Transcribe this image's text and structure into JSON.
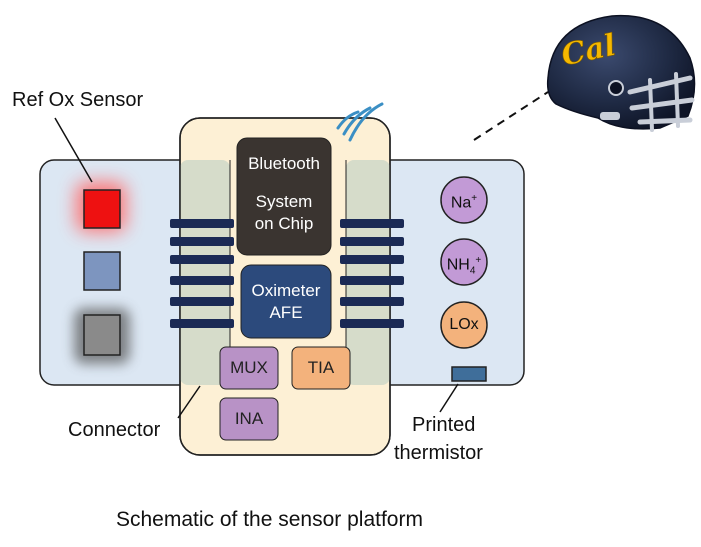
{
  "labels": {
    "ref_ox_sensor": "Ref Ox Sensor",
    "connector": "Connector",
    "printed_thermistor_line1": "Printed",
    "printed_thermistor_line2": "thermistor",
    "caption": "Schematic of the sensor platform"
  },
  "chips": {
    "bluetooth_line1": "Bluetooth",
    "bluetooth_line2": "System",
    "bluetooth_line3": "on Chip",
    "oximeter_line1": "Oximeter",
    "oximeter_line2": "AFE",
    "mux": "MUX",
    "tia": "TIA",
    "ina": "INA"
  },
  "sensors": {
    "na": "Na",
    "na_sup": "+",
    "nh4": "NH",
    "nh4_sub": "4",
    "nh4_sup": "+",
    "lox": "LOx"
  },
  "helmet": {
    "logo_text": "Cal"
  },
  "colors": {
    "left_panel": "#dce7f3",
    "center_board": "#fdf0d5",
    "right_panel": "#dce7f3",
    "connector_strip": "#cfd8c8",
    "connector_pin": "#1b2a55",
    "bluetooth_chip": "#3a3430",
    "oximeter_chip": "#2c4a7c",
    "mux_chip": "#b892c6",
    "tia_chip": "#f3b27c",
    "ina_chip": "#b892c6",
    "na_circle": "#c29ad6",
    "nh4_circle": "#c29ad6",
    "lox_circle": "#f3b27c",
    "red_led": "#ee1111",
    "blue_square": "#7d95bf",
    "gray_square": "#8a8a8a",
    "thermistor": "#3f6e9a",
    "helmet_shell": "#1f2a44",
    "helmet_logo": "#f5b800"
  }
}
